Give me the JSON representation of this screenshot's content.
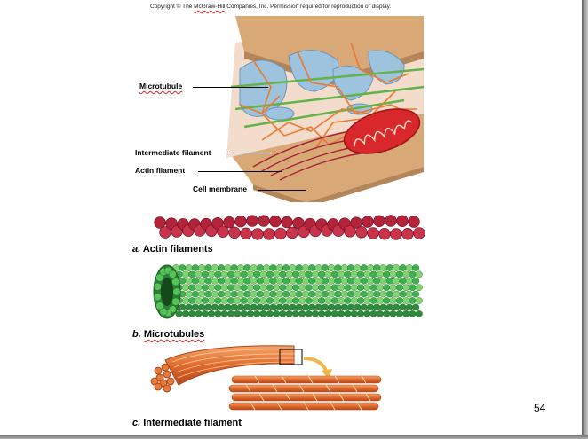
{
  "copyright": {
    "text_before": "Copyright © The ",
    "text_brand": "McGraw-Hill",
    "text_after": " Companies, Inc. Permission required for reproduction or display."
  },
  "cell_labels": {
    "microtubule": "Microtubule",
    "intermediate_filament": "Intermediate filament",
    "actin_filament": "Actin filament",
    "cell_membrane": "Cell membrane"
  },
  "captions": {
    "a": {
      "letter": "a.",
      "text": "Actin filaments"
    },
    "b": {
      "letter": "b.",
      "text": "Microtubules"
    },
    "c": {
      "letter": "c.",
      "text": "Intermediate filament"
    }
  },
  "page_number": "54",
  "colors": {
    "actin": "#b3243a",
    "microtubule": "#3fb04f",
    "intermediate": "#e0703a",
    "membrane": "#d9a877",
    "mitochondrion": "#d8282c"
  }
}
